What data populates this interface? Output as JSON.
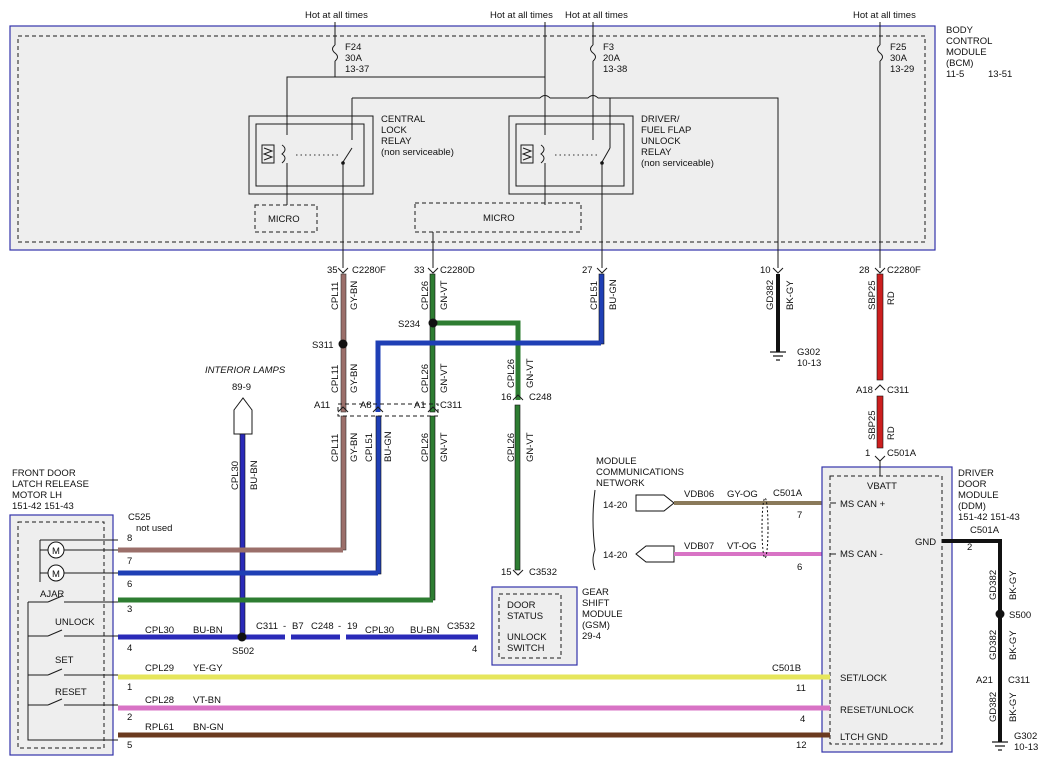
{
  "hot_labels": [
    "Hot at all times",
    "Hot at all times",
    "Hot at all times",
    "Hot at all times"
  ],
  "fuses": [
    {
      "id": "F24",
      "rating": "30A",
      "ref": "13-37"
    },
    {
      "id": "F3",
      "rating": "20A",
      "ref": "13-38"
    },
    {
      "id": "F25",
      "rating": "30A",
      "ref": "13-29"
    }
  ],
  "bcm": {
    "lines": [
      "BODY",
      "CONTROL",
      "MODULE",
      "(BCM)"
    ],
    "refs": "11-5",
    "refs2": "13-51"
  },
  "relays": {
    "central": [
      "CENTRAL",
      "LOCK",
      "RELAY",
      "(non serviceable)"
    ],
    "driver": [
      "DRIVER/",
      "FUEL FLAP",
      "UNLOCK",
      "RELAY",
      "(non serviceable)"
    ]
  },
  "micro_labels": [
    "MICRO",
    "MICRO"
  ],
  "connectors": {
    "c2280f_35": {
      "pin": "35",
      "name": "C2280F"
    },
    "c2280d_33": {
      "pin": "33",
      "name": "C2280D"
    },
    "pin27": "27",
    "pin10": "10",
    "c2280f_28": {
      "pin": "28",
      "name": "C2280F"
    },
    "s234": "S234",
    "s311": "S311",
    "a11": "A11",
    "a8": "A8",
    "a1": "A1",
    "c311": "C311",
    "c248": {
      "pin": "16",
      "name": "C248"
    },
    "a18": "A18",
    "c311_b": "C311",
    "c501a": {
      "pin": "1",
      "name": "C501A"
    },
    "c3532": {
      "pin": "15",
      "name": "C3532"
    },
    "g302a": "G302",
    "g302a_ref": "10-13"
  },
  "wires": {
    "cpl11": "CPL11",
    "gybn": "GY-BN",
    "cpl26": "CPL26",
    "gnvt": "GN-VT",
    "cpl51": "CPL51",
    "bugn": "BU-GN",
    "gd382": "GD382",
    "bkgy": "BK-GY",
    "sbp25": "SBP25",
    "rd": "RD",
    "cpl30": "CPL30",
    "bubn": "BU-BN"
  },
  "interior": {
    "title": "INTERIOR LAMPS",
    "ref": "89-9"
  },
  "latch": {
    "lines": [
      "FRONT DOOR",
      "LATCH RELEASE",
      "MOTOR LH",
      "151-42   151-43"
    ],
    "c525": "C525",
    "not_used": "not used",
    "switches": [
      "AJAR",
      "UNLOCK",
      "SET",
      "RESET"
    ],
    "pins": [
      "8",
      "7",
      "6",
      "3",
      "4",
      "1",
      "2",
      "5"
    ]
  },
  "mcn": {
    "lines": [
      "MODULE",
      "COMMUNICATIONS",
      "NETWORK"
    ],
    "ref1": "14-20",
    "ref2": "14-20",
    "vdb06": "VDB06",
    "gyog": "GY-OG",
    "vdb07": "VDB07",
    "vtog": "VT-OG",
    "c501a": "C501A",
    "pin7": "7",
    "pin6": "6"
  },
  "gsm": {
    "lines": [
      "GEAR",
      "SHIFT",
      "MODULE",
      "(GSM)",
      "29-4"
    ],
    "door": [
      "DOOR",
      "STATUS"
    ],
    "unlock": [
      "UNLOCK",
      "SWITCH"
    ]
  },
  "s502": "S502",
  "mid_conn": {
    "c311": "C311",
    "b7": "B7",
    "c248": "C248",
    "p19": "19",
    "c3532": "C3532",
    "pin4": "4"
  },
  "bottom_wires": [
    {
      "code": "CPL29",
      "color": "YE-GY",
      "pin_l": "1",
      "pin_r": "11"
    },
    {
      "code": "CPL28",
      "color": "VT-BN",
      "pin_l": "2",
      "pin_r": "4"
    },
    {
      "code": "RPL61",
      "color": "BN-GN",
      "pin_l": "5",
      "pin_r": "12"
    }
  ],
  "c501b": "C501B",
  "ddm": {
    "lines": [
      "DRIVER",
      "DOOR",
      "MODULE",
      "(DDM)",
      "151-42  151-43"
    ],
    "vbatt": "VBATT",
    "pins": [
      "MS CAN +",
      "MS CAN -",
      "SET/LOCK",
      "RESET/UNLOCK",
      "LTCH GND"
    ],
    "gnd": "GND",
    "gnd_pin": "2",
    "c501a": "C501A",
    "s500": "S500",
    "a21": "A21",
    "c311": "C311",
    "g302": "G302",
    "g302_ref": "10-13"
  },
  "colors": {
    "gy_bn": "#9b6f6a",
    "gn_vt": "#2e7d32",
    "bu_gn": "#1f3fb5",
    "bu_bn": "#2a2ab8",
    "bk_gy": "#111111",
    "rd": "#cc1f1f",
    "ye_gy": "#e6e65c",
    "vt_bn": "#d873c5",
    "bn_gn": "#6b3a1f"
  }
}
